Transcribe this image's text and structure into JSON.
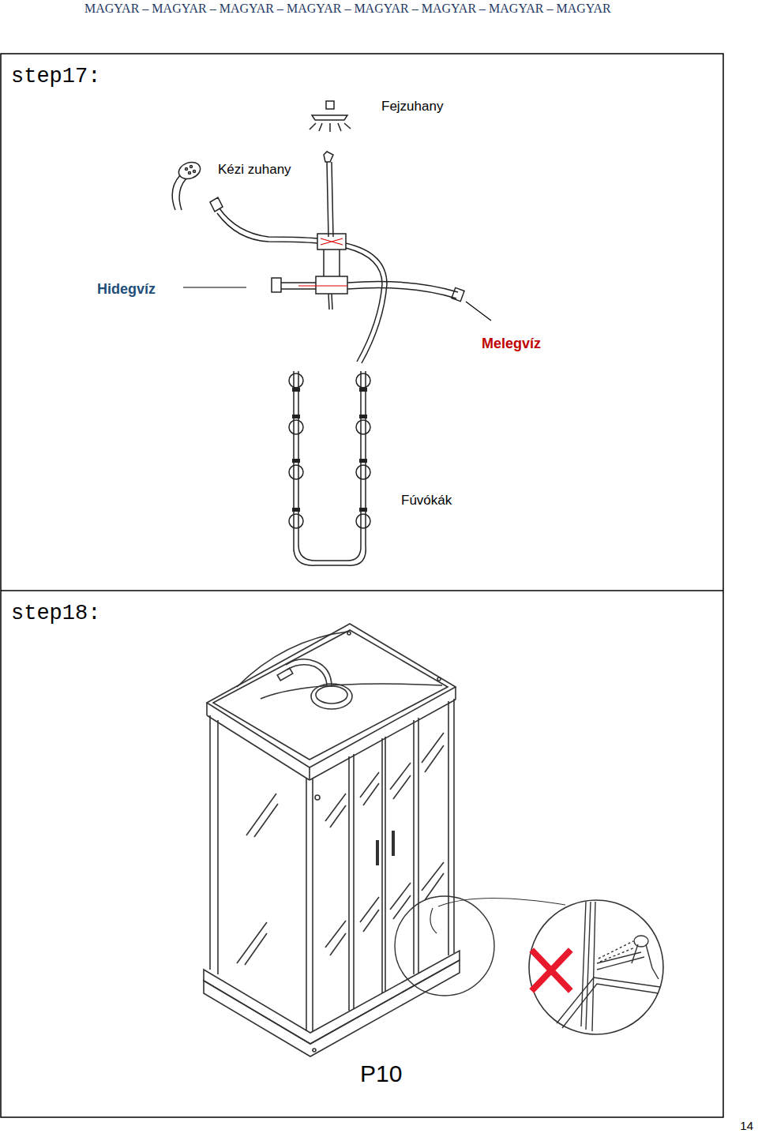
{
  "diagram": {
    "labels": [
      "MAGYAR – MAGYAR – MAGYAR – MAGYAR – MAGYAR – MAGYAR – MAGYAR – MAGYAR",
      "step17:",
      "Fejzuhany",
      "Kézi zuhany",
      "Hidegvíz",
      "Melegvíz",
      "Fúvókák",
      "step18:",
      "P10",
      "14"
    ]
  }
}
